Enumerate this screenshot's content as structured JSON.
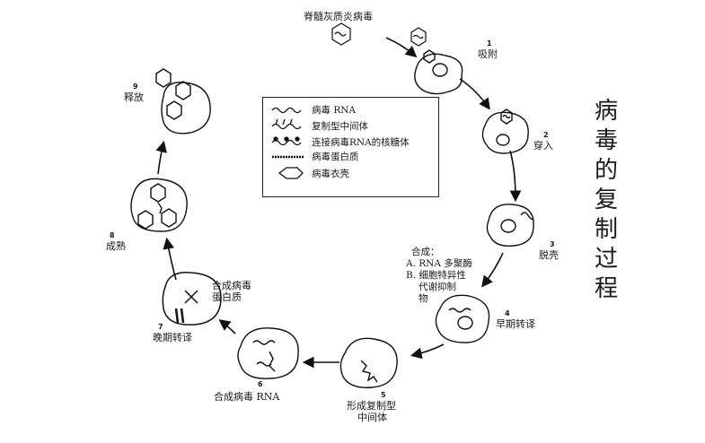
{
  "figure": {
    "title_vertical": "病毒的复制过程",
    "top_label": "脊髓灰质炎病毒",
    "steps": [
      {
        "num": "1",
        "label": "吸附"
      },
      {
        "num": "2",
        "label": "穿入"
      },
      {
        "num": "3",
        "label": "脱壳"
      },
      {
        "num": "4",
        "label": "早期转译"
      },
      {
        "num": "5",
        "label": "形成复制型中间体"
      },
      {
        "num": "6",
        "label": "合成病毒 RNA"
      },
      {
        "num": "7",
        "label": "晚期转译"
      },
      {
        "num": "8",
        "label": "成熟"
      },
      {
        "num": "9",
        "label": "释放"
      }
    ],
    "step5_line1": "形成复制型",
    "step5_line2": "中间体",
    "synthesis_protein_1": "合成病毒",
    "synthesis_protein_2": "蛋白质",
    "step4_conditions": {
      "head": "合成：",
      "a": "A. RNA 多聚酶",
      "b": "B. 细胞特异性",
      "b2": "代谢抑制",
      "b3": "物"
    },
    "legend": [
      {
        "symbol": "rna-wavy-line",
        "label": "病毒 RNA"
      },
      {
        "symbol": "replicative-intermediate",
        "label": "复制型中间体"
      },
      {
        "symbol": "polysome",
        "label": "连接病毒RNA的核糖体"
      },
      {
        "symbol": "protein-strand",
        "label": "病毒蛋白质"
      },
      {
        "symbol": "hexagon-capsid",
        "label": "病毒衣壳"
      }
    ]
  }
}
